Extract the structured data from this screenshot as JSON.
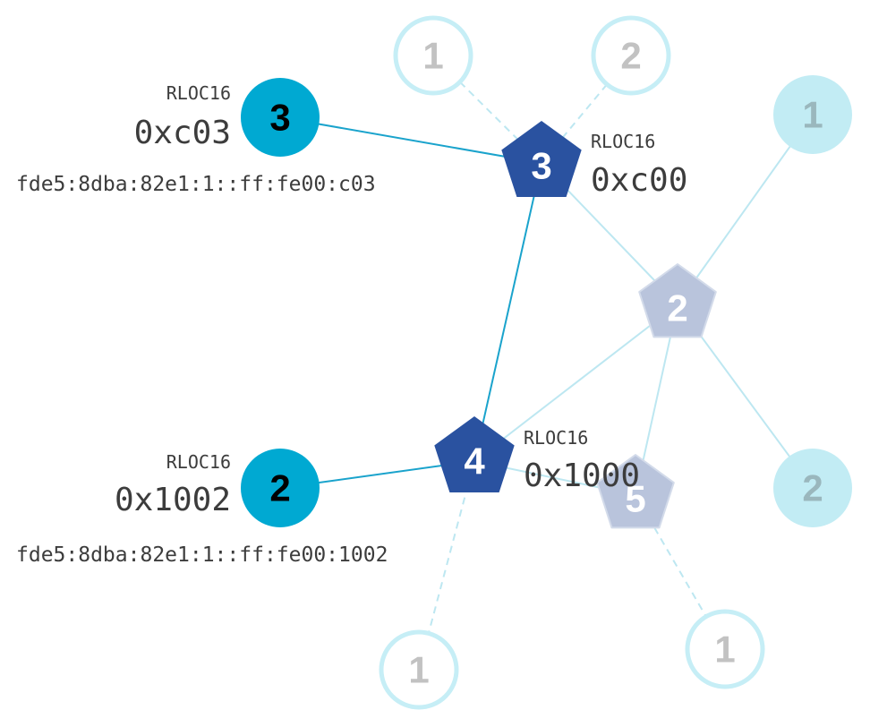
{
  "colors": {
    "router_active": "#2a52a0",
    "router_inactive": "#b9c4dc",
    "child_active": "#00a9d2",
    "child_inactive": "#c2ecf4",
    "child_ghost_stroke": "#c6eef6",
    "ghost_text": "#c2c2c2",
    "link_active": "#1aa3cc",
    "link_inactive": "#bde7f1",
    "label_text": "#3c3c3c"
  },
  "nodes": {
    "router_c00": {
      "id": "3",
      "rloc_caption": "RLOC16",
      "rloc": "0xc00"
    },
    "router_1000": {
      "id": "4",
      "rloc_caption": "RLOC16",
      "rloc": "0x1000"
    },
    "router_r2": {
      "id": "2"
    },
    "router_r5": {
      "id": "5"
    },
    "child_c03": {
      "id": "3",
      "rloc_caption": "RLOC16",
      "rloc": "0xc03",
      "address": "fde5:8dba:82e1:1::ff:fe00:c03"
    },
    "child_1002": {
      "id": "2",
      "rloc_caption": "RLOC16",
      "rloc": "0x1002",
      "address": "fde5:8dba:82e1:1::ff:fe00:1002"
    },
    "ghost_child_top_left": {
      "id": "1"
    },
    "ghost_child_top_mid": {
      "id": "2"
    },
    "faded_child_right_top": {
      "id": "1"
    },
    "faded_child_right_bottom": {
      "id": "2"
    },
    "ghost_child_bottom_left": {
      "id": "1"
    },
    "ghost_child_bottom_right": {
      "id": "1"
    }
  }
}
